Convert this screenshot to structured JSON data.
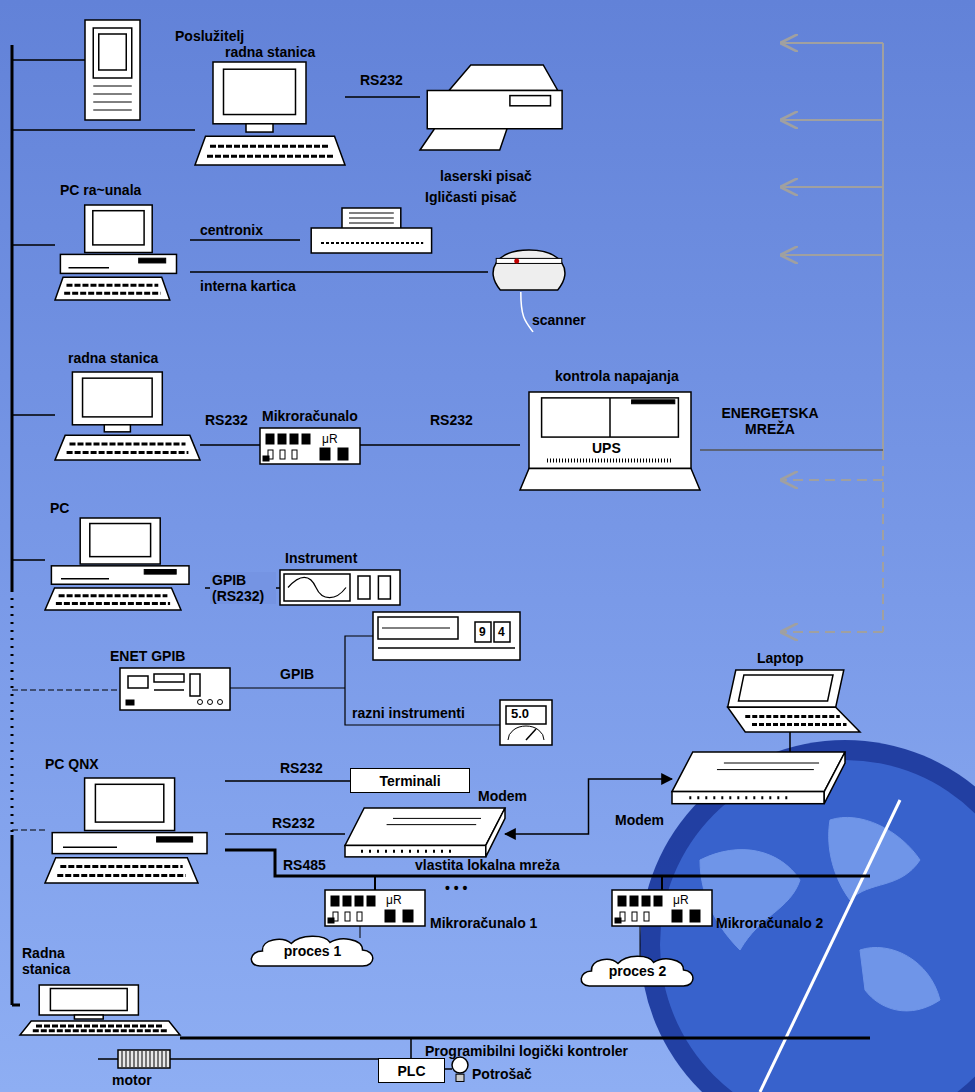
{
  "diagram": {
    "nodes": [
      {
        "text": [
          "Poslužitelj"
        ]
      },
      {
        "text": [
          "radna stanica"
        ]
      },
      {
        "text": [
          "laserski pisač"
        ]
      },
      {
        "text": [
          "PC ra~unala"
        ]
      },
      {
        "text": [
          "Igličasti pisač"
        ]
      },
      {
        "text": [
          "scanner"
        ]
      },
      {
        "text": [
          "radna stanica"
        ]
      },
      {
        "text": [
          "Mikroračunalo",
          "μR"
        ]
      },
      {
        "text": [
          "kontrola napajanja",
          "UPS"
        ]
      },
      {
        "text": [
          "PC"
        ]
      },
      {
        "text": [
          "Instrument"
        ]
      },
      {
        "text": [
          "ENET GPIB"
        ]
      },
      {
        "text": [
          "PC QNX"
        ]
      },
      {
        "text": [
          "Terminali"
        ]
      },
      {
        "text": [
          "Modem"
        ]
      },
      {
        "text": [
          "Laptop"
        ]
      },
      {
        "text": [
          "Modem"
        ]
      },
      {
        "text": [
          "μR",
          "Mikroračunalo 1"
        ]
      },
      {
        "text": [
          "μR",
          "Mikroračunalo 2"
        ]
      },
      {
        "text": [
          "proces 1"
        ]
      },
      {
        "text": [
          "proces 2"
        ]
      },
      {
        "text": [
          "Radna stanica"
        ]
      },
      {
        "text": [
          "PLC"
        ]
      },
      {
        "text": [
          "motor"
        ]
      },
      {
        "text": [
          "Potrošač"
        ]
      }
    ],
    "edges": [
      {
        "from": 1,
        "to": 2,
        "arrow": "none",
        "label": "RS232"
      },
      {
        "from": 3,
        "to": 4,
        "arrow": "none",
        "label": "centronix"
      },
      {
        "from": 3,
        "to": 5,
        "arrow": "none",
        "label": "interna kartica"
      },
      {
        "from": 6,
        "to": 7,
        "arrow": "none",
        "label": "RS232"
      },
      {
        "from": 7,
        "to": 8,
        "arrow": "none",
        "label": "RS232"
      },
      {
        "from": 9,
        "to": 10,
        "arrow": "none",
        "label": "GPIB (RS232)"
      },
      {
        "from": 12,
        "to": 13,
        "arrow": "none",
        "label": "RS232"
      },
      {
        "from": 12,
        "to": 14,
        "arrow": "none",
        "label": "RS232"
      },
      {
        "from": 14,
        "to": 16,
        "arrow": "both"
      },
      {
        "from": 16,
        "to": 15,
        "arrow": "none"
      },
      {
        "from": 22,
        "to": 23,
        "arrow": "none"
      },
      {
        "from": 22,
        "to": 24,
        "arrow": "none"
      }
    ],
    "labels": [
      "ENERGETSKA MREŽA",
      "9",
      "4",
      "GPIB",
      "razni instrumenti",
      "5.0",
      "RS485",
      "vlastita lokalna mreža",
      "• • •",
      "Programibilni logički kontroler"
    ]
  }
}
